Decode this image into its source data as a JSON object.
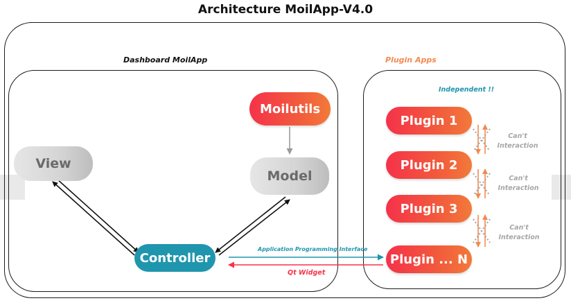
{
  "title": "Architecture MoilApp-V4.0",
  "dashboard": {
    "label": "Dashboard MoilApp",
    "view": "View",
    "model": "Model",
    "moilutils": "Moilutils",
    "controller": "Controller"
  },
  "plugins": {
    "label": "Plugin Apps",
    "independent": "Independent !!",
    "items": [
      "Plugin 1",
      "Plugin 2",
      "Plugin 3",
      "Plugin ... N"
    ],
    "cant_interaction": [
      "Can't",
      "Interaction"
    ]
  },
  "links": {
    "api": "Application Programming Interface",
    "qt": "Qt Widget"
  },
  "colors": {
    "red": "#f5324a",
    "orange": "#f27a3a",
    "teal": "#1f96ad",
    "grey": "#d4d4d4",
    "note_grey": "#a6a6a6"
  }
}
